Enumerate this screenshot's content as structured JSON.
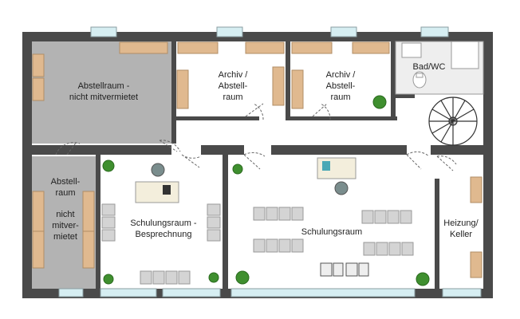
{
  "floorplan": {
    "rooms": [
      {
        "id": "storage-top",
        "label": "Abstellraum -\nnicht mitvermietet",
        "shaded": true
      },
      {
        "id": "archive-1",
        "label": "Archiv /\nAbstell-\nraum",
        "shaded": false
      },
      {
        "id": "archive-2",
        "label": "Archiv /\nAbstell-\nraum",
        "shaded": false
      },
      {
        "id": "bathroom",
        "label": "Bad/WC",
        "shaded": false
      },
      {
        "id": "storage-left",
        "label": "Abstell-\nraum\n\nnicht\nmitver-\nmietet",
        "shaded": true
      },
      {
        "id": "training-meeting",
        "label": "Schulungsraum -\nBesprechnung",
        "shaded": false
      },
      {
        "id": "training",
        "label": "Schulungsraum",
        "shaded": false
      },
      {
        "id": "heating",
        "label": "Heizung/\nKeller",
        "shaded": false
      }
    ],
    "colors": {
      "wall": "#4a4a4a",
      "floor": "#ffffff",
      "shaded_floor": "#b3b3b3",
      "furniture_wood": "#e0b98f",
      "chair": "#d4d4d4",
      "window": "#d6eef2",
      "plant": "#3f8f2f",
      "accent_teal": "#4aa8b5"
    }
  }
}
